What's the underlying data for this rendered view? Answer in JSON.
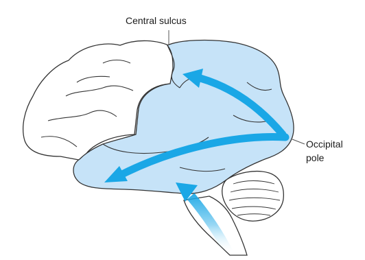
{
  "labels": {
    "central_sulcus": "Central sulcus",
    "occipital_line1": "Occipital",
    "occipital_line2": "pole"
  },
  "colors": {
    "region_fill": "#c6e3f8",
    "arrow": "#1aa7e6",
    "outline": "#333333",
    "leader": "#555555"
  }
}
